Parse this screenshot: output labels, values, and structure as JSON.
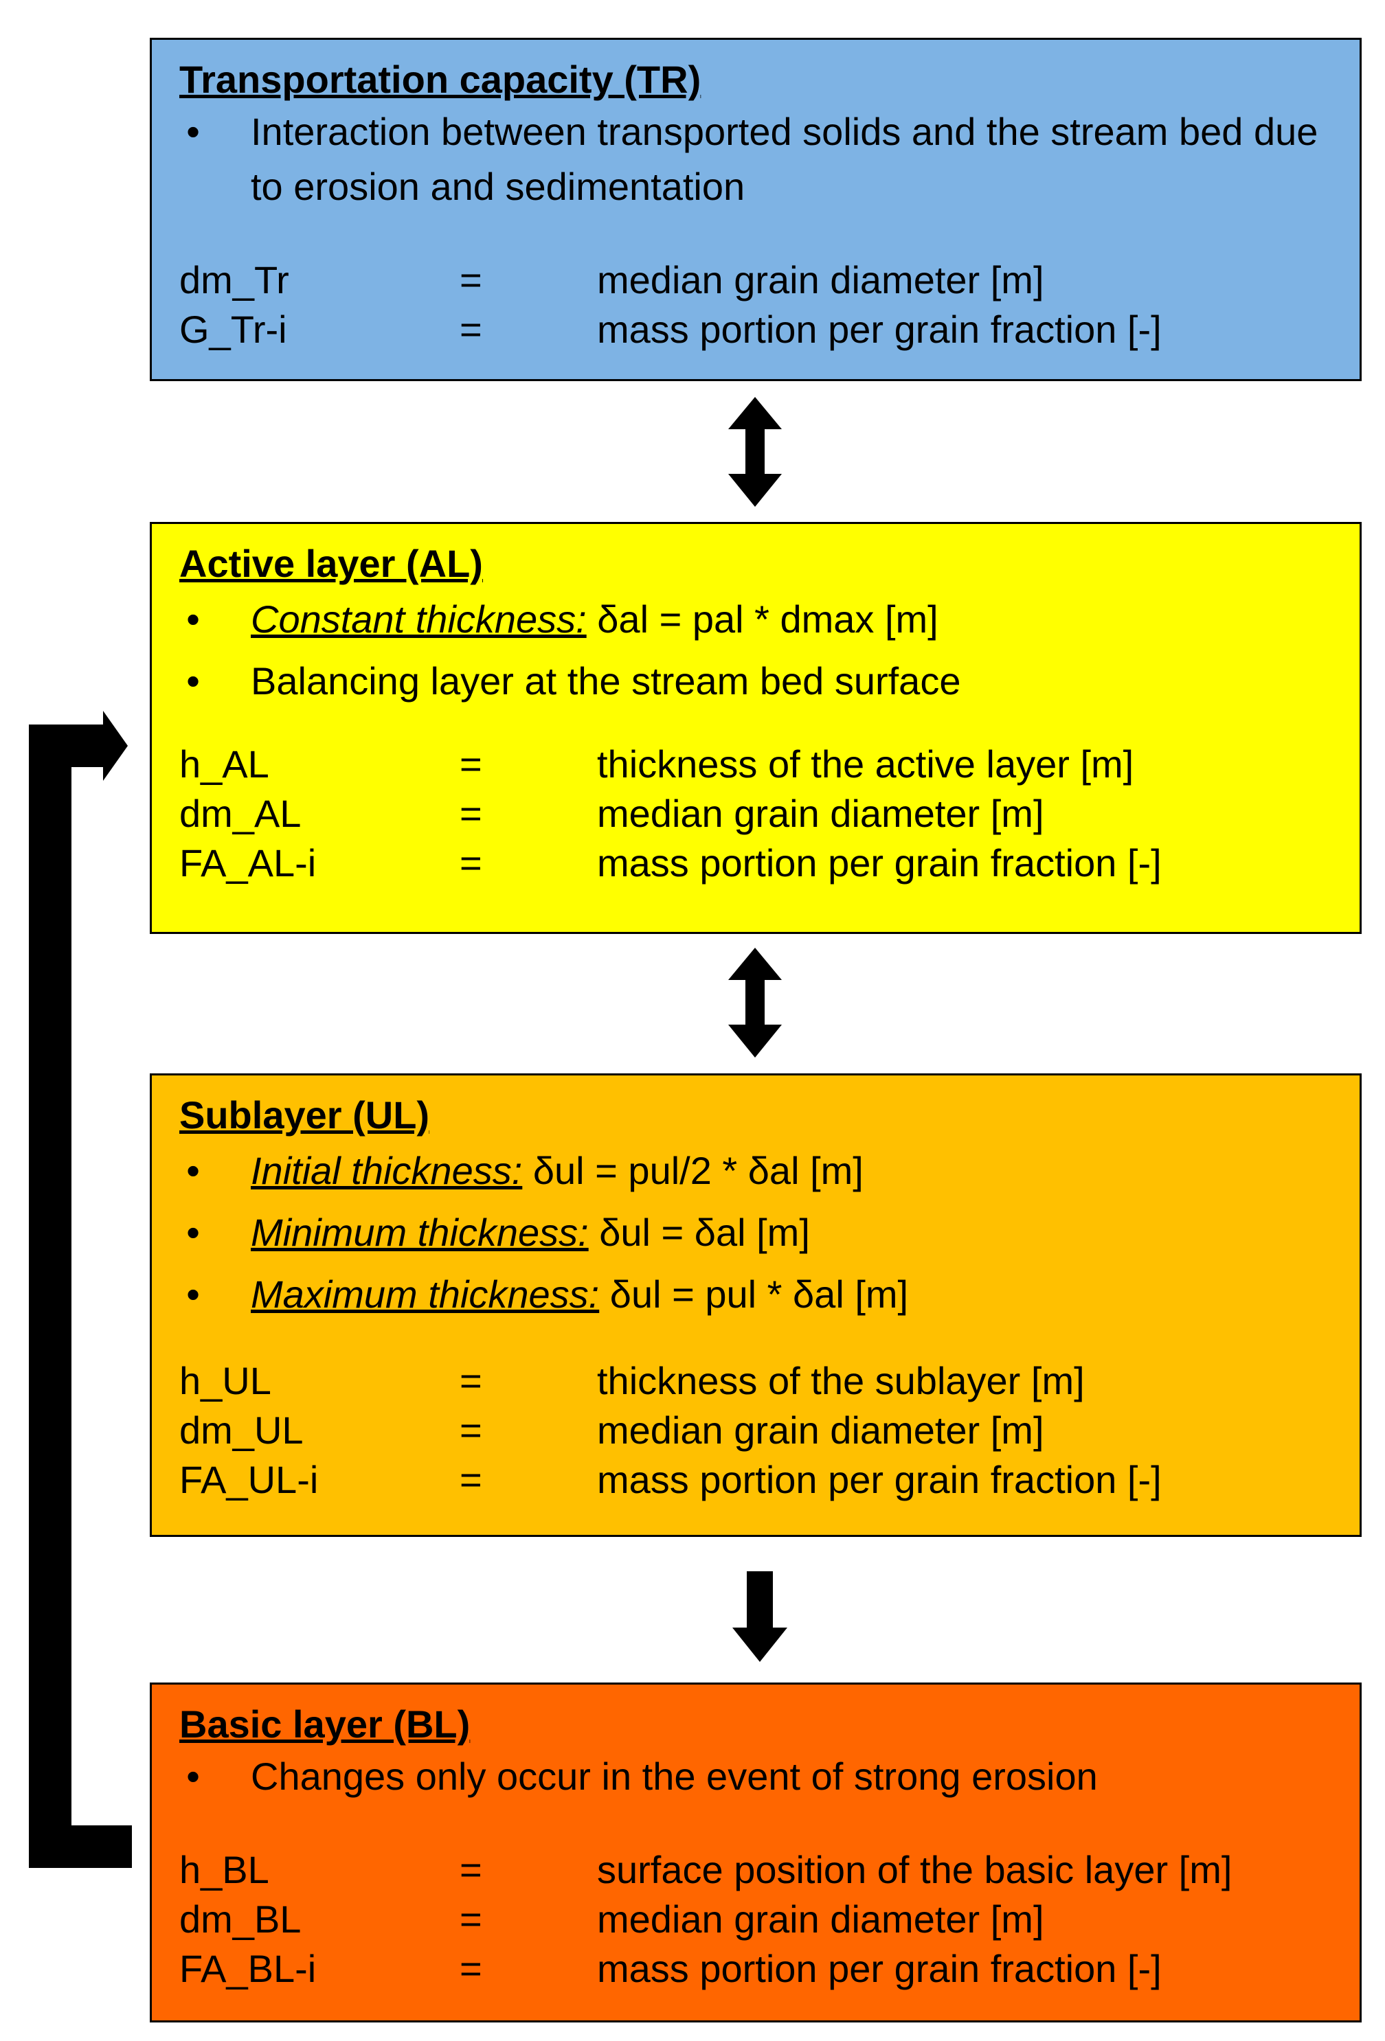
{
  "colors": {
    "transport_fill": "#7EB3E4",
    "active_fill": "#FFFF00",
    "sublayer_fill": "#FFC000",
    "basic_fill": "#FF6600",
    "border": "#000000",
    "arrow": "#000000"
  },
  "boxes": [
    {
      "title": "Transportation capacity (TR)",
      "bullets": [
        {
          "term": "",
          "text": "Interaction between transported solids and the stream bed due to erosion and sedimentation"
        }
      ],
      "variables": [
        {
          "name": "dm_Tr",
          "eq": "=",
          "desc": "median grain diameter [m]"
        },
        {
          "name": "G_Tr-i",
          "eq": "=",
          "desc": "mass portion per grain fraction [-]"
        }
      ]
    },
    {
      "title": "Active layer (AL)",
      "bullets": [
        {
          "term": "Constant thickness:",
          "text": " δal = pal * dmax [m]"
        },
        {
          "term": "",
          "text": "Balancing layer at the stream bed surface"
        }
      ],
      "variables": [
        {
          "name": "h_AL",
          "eq": "=",
          "desc": "thickness of the active layer [m]"
        },
        {
          "name": "dm_AL",
          "eq": "=",
          "desc": "median grain diameter [m]"
        },
        {
          "name": "FA_AL-i",
          "eq": "=",
          "desc": "mass portion per grain fraction [-]"
        }
      ]
    },
    {
      "title": "Sublayer (UL)",
      "bullets": [
        {
          "term": "Initial thickness:",
          "text": " δul = pul/2 * δal [m]"
        },
        {
          "term": "Minimum thickness:",
          "text": " δul = δal [m]"
        },
        {
          "term": "Maximum thickness:",
          "text": " δul = pul * δal [m]"
        }
      ],
      "variables": [
        {
          "name": "h_UL",
          "eq": "=",
          "desc": "thickness of the sublayer [m]"
        },
        {
          "name": "dm_UL",
          "eq": "=",
          "desc": "median grain diameter [m]"
        },
        {
          "name": "FA_UL-i",
          "eq": "=",
          "desc": "mass portion per grain fraction [-]"
        }
      ]
    },
    {
      "title": "Basic layer (BL)",
      "bullets": [
        {
          "term": "",
          "text": "Changes only occur in the event of strong erosion"
        }
      ],
      "variables": [
        {
          "name": "h_BL",
          "eq": "=",
          "desc": "surface position of the basic layer [m]"
        },
        {
          "name": "dm_BL",
          "eq": "=",
          "desc": "median grain diameter [m]"
        },
        {
          "name": "FA_BL-i",
          "eq": "=",
          "desc": "mass portion per grain fraction [-]"
        }
      ]
    }
  ],
  "arrows": [
    {
      "from": "Transportation capacity (TR)",
      "to": "Active layer (AL)",
      "direction": "both"
    },
    {
      "from": "Active layer (AL)",
      "to": "Sublayer (UL)",
      "direction": "both"
    },
    {
      "from": "Sublayer (UL)",
      "to": "Basic layer (BL)",
      "direction": "down"
    },
    {
      "from": "Basic layer (BL)",
      "to": "Active layer (AL)",
      "direction": "feedback"
    }
  ]
}
